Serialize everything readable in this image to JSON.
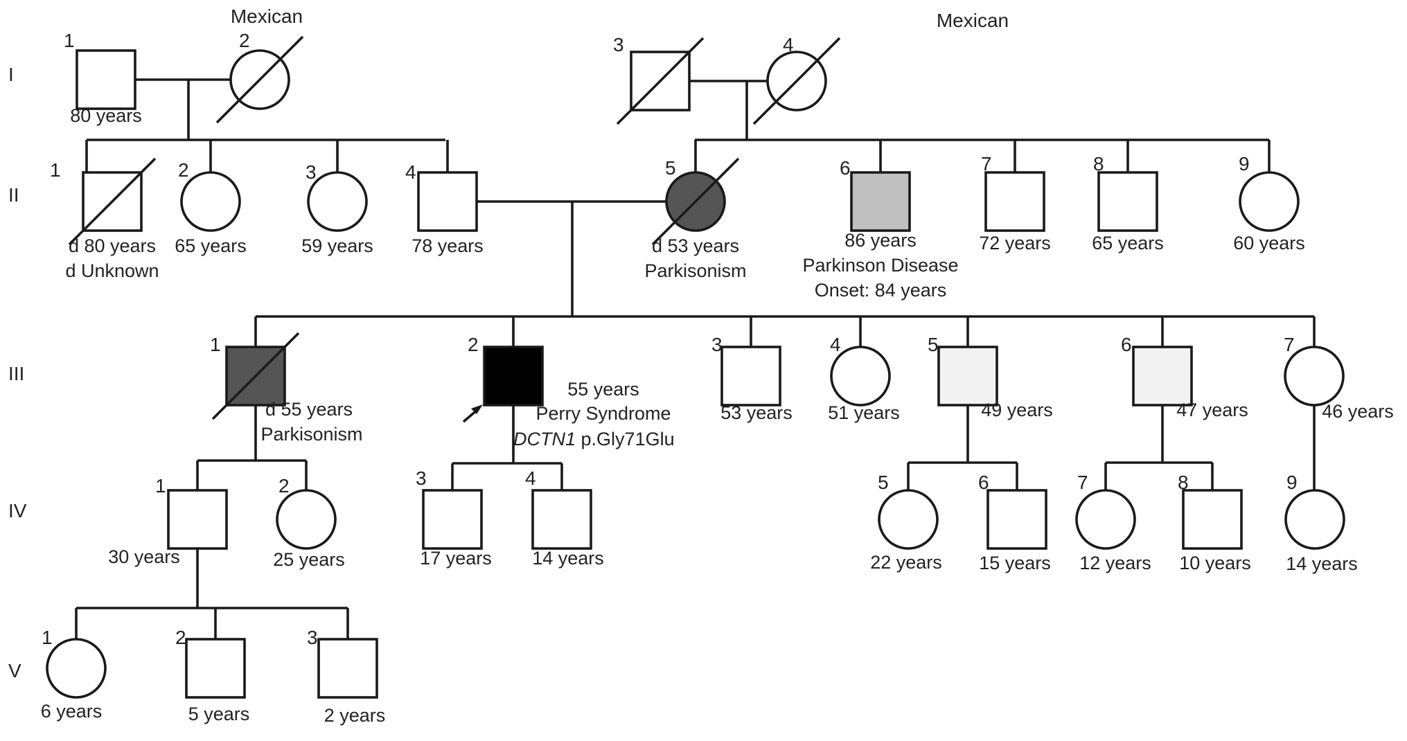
{
  "generations": [
    "I",
    "II",
    "III",
    "IV",
    "V"
  ],
  "ethnicity_left": "Mexican",
  "ethnicity_right": "Mexican",
  "colors": {
    "unaffected": "#ffffff",
    "parkinsonism": "#555555",
    "parkinson_disease": "#c0c0c0",
    "perry_syndrome": "#000000",
    "light_shaded": "#f2f2f2",
    "line": "#1a1a1a"
  },
  "individuals": [
    {
      "id": "I-1",
      "number": "1",
      "sex": "male",
      "deceased": false,
      "fill": "unaffected",
      "notes": [
        "80 years"
      ]
    },
    {
      "id": "I-2",
      "number": "2",
      "sex": "female",
      "deceased": true,
      "fill": "unaffected",
      "notes": []
    },
    {
      "id": "I-3",
      "number": "3",
      "sex": "male",
      "deceased": true,
      "fill": "unaffected",
      "notes": []
    },
    {
      "id": "I-4",
      "number": "4",
      "sex": "female",
      "deceased": true,
      "fill": "unaffected",
      "notes": []
    },
    {
      "id": "II-1",
      "number": "1",
      "sex": "male",
      "deceased": true,
      "fill": "unaffected",
      "notes": [
        "d 80 years",
        "d Unknown"
      ]
    },
    {
      "id": "II-2",
      "number": "2",
      "sex": "female",
      "deceased": false,
      "fill": "unaffected",
      "notes": [
        "65 years"
      ]
    },
    {
      "id": "II-3",
      "number": "3",
      "sex": "female",
      "deceased": false,
      "fill": "unaffected",
      "notes": [
        "59 years"
      ]
    },
    {
      "id": "II-4",
      "number": "4",
      "sex": "male",
      "deceased": false,
      "fill": "unaffected",
      "notes": [
        "78 years"
      ]
    },
    {
      "id": "II-5",
      "number": "5",
      "sex": "female",
      "deceased": true,
      "fill": "parkinsonism",
      "notes": [
        "d 53 years",
        "Parkisonism"
      ]
    },
    {
      "id": "II-6",
      "number": "6",
      "sex": "male",
      "deceased": false,
      "fill": "parkinson_disease",
      "notes": [
        "86 years",
        "Parkinson Disease",
        "Onset: 84 years"
      ]
    },
    {
      "id": "II-7",
      "number": "7",
      "sex": "male",
      "deceased": false,
      "fill": "unaffected",
      "notes": [
        "72 years"
      ]
    },
    {
      "id": "II-8",
      "number": "8",
      "sex": "male",
      "deceased": false,
      "fill": "unaffected",
      "notes": [
        "65 years"
      ]
    },
    {
      "id": "II-9",
      "number": "9",
      "sex": "female",
      "deceased": false,
      "fill": "unaffected",
      "notes": [
        "60 years"
      ]
    },
    {
      "id": "III-1",
      "number": "1",
      "sex": "male",
      "deceased": true,
      "fill": "parkinsonism",
      "notes": [
        "d 55 years",
        "Parkisonism"
      ]
    },
    {
      "id": "III-2",
      "number": "2",
      "sex": "male",
      "deceased": false,
      "fill": "perry_syndrome",
      "proband": true,
      "notes": [
        "55 years",
        "Perry Syndrome"
      ],
      "gene": "DCTN1",
      "variant": "p.Gly71Glu"
    },
    {
      "id": "III-3",
      "number": "3",
      "sex": "male",
      "deceased": false,
      "fill": "unaffected",
      "notes": [
        "53 years"
      ]
    },
    {
      "id": "III-4",
      "number": "4",
      "sex": "female",
      "deceased": false,
      "fill": "unaffected",
      "notes": [
        "51 years"
      ]
    },
    {
      "id": "III-5",
      "number": "5",
      "sex": "male",
      "deceased": false,
      "fill": "light_shaded",
      "notes": [
        "49 years"
      ]
    },
    {
      "id": "III-6",
      "number": "6",
      "sex": "male",
      "deceased": false,
      "fill": "light_shaded",
      "notes": [
        "47 years"
      ]
    },
    {
      "id": "III-7",
      "number": "7",
      "sex": "female",
      "deceased": false,
      "fill": "unaffected",
      "notes": [
        "46 years"
      ]
    },
    {
      "id": "IV-1",
      "number": "1",
      "sex": "male",
      "deceased": false,
      "fill": "unaffected",
      "notes": [
        "30 years"
      ]
    },
    {
      "id": "IV-2",
      "number": "2",
      "sex": "female",
      "deceased": false,
      "fill": "unaffected",
      "notes": [
        "25 years"
      ]
    },
    {
      "id": "IV-3",
      "number": "3",
      "sex": "male",
      "deceased": false,
      "fill": "unaffected",
      "notes": [
        "17 years"
      ]
    },
    {
      "id": "IV-4",
      "number": "4",
      "sex": "male",
      "deceased": false,
      "fill": "unaffected",
      "notes": [
        "14 years"
      ]
    },
    {
      "id": "IV-5",
      "number": "5",
      "sex": "female",
      "deceased": false,
      "fill": "unaffected",
      "notes": [
        "22 years"
      ]
    },
    {
      "id": "IV-6",
      "number": "6",
      "sex": "male",
      "deceased": false,
      "fill": "unaffected",
      "notes": [
        "15 years"
      ]
    },
    {
      "id": "IV-7",
      "number": "7",
      "sex": "female",
      "deceased": false,
      "fill": "unaffected",
      "notes": [
        "12 years"
      ]
    },
    {
      "id": "IV-8",
      "number": "8",
      "sex": "male",
      "deceased": false,
      "fill": "unaffected",
      "notes": [
        "10 years"
      ]
    },
    {
      "id": "IV-9",
      "number": "9",
      "sex": "female",
      "deceased": false,
      "fill": "unaffected",
      "notes": [
        "14 years"
      ]
    },
    {
      "id": "V-1",
      "number": "1",
      "sex": "female",
      "deceased": false,
      "fill": "unaffected",
      "notes": [
        "6 years"
      ]
    },
    {
      "id": "V-2",
      "number": "2",
      "sex": "male",
      "deceased": false,
      "fill": "unaffected",
      "notes": [
        "5 years"
      ]
    },
    {
      "id": "V-3",
      "number": "3",
      "sex": "male",
      "deceased": false,
      "fill": "unaffected",
      "notes": [
        "2 years"
      ]
    }
  ]
}
